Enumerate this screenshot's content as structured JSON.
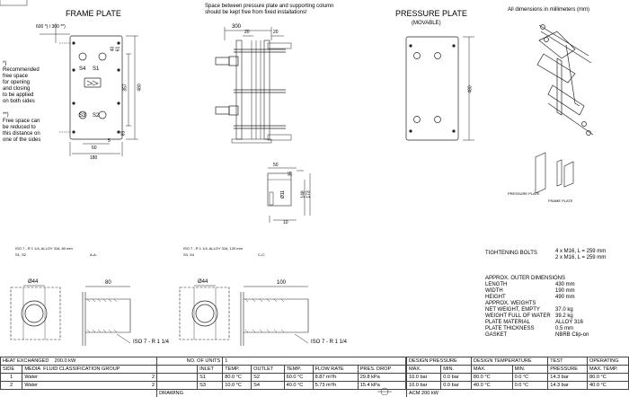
{
  "header": {
    "frame_plate_title": "FRAME PLATE",
    "pressure_plate_title": "PRESSURE PLATE",
    "pressure_plate_sub": "(MOVABLE)",
    "space_note": [
      "Space between pressure plate and supporting column",
      "should be kept free from fixed installations!"
    ],
    "dims_note": "All dimensions in millimeters (mm)"
  },
  "frame_dims": {
    "top_free_space": "600 *) / 300 **)",
    "width_180": "180",
    "width_60": "60",
    "height_480": "480",
    "height_357": "357",
    "dim_40": "40",
    "dim_65": "65",
    "dim_61": "61",
    "dim_5": "5"
  },
  "port_labels": {
    "s4": "S4",
    "s1": "S1",
    "s3": "S3",
    "s2": "S2"
  },
  "notes": {
    "note1": [
      "*)",
      "Recommended",
      "free space",
      "for opening",
      "and closing",
      "to be applied",
      "on both sides"
    ],
    "note2": [
      "**)",
      "Free space can",
      "be reduced to",
      "this distance on",
      "one of the sides"
    ]
  },
  "side_dims": {
    "d300": "300",
    "d20a": "20",
    "d20b": "20"
  },
  "pressure_dims": {
    "height_480": "480"
  },
  "bolt_dims": {
    "d50": "50",
    "d35": "35",
    "d11": "Ø11",
    "d148": "148",
    "d173": "173",
    "d10": "10"
  },
  "iso_labels": {
    "left": "ISO 7 - R 1 1/4, ALLOY 316, 80 mm",
    "left_ports": "S1, S2",
    "left_section": "A-A:",
    "mid": "ISO 7 - R 1 1/4, ALLOY 316, 120 mm",
    "mid_ports": "S3, S4",
    "mid_section": "C-C:"
  },
  "connection_details": {
    "left_dia": "Ø44",
    "left_len": "80",
    "left_thread": "ISO 7 - R 1 1/4",
    "right_dia": "Ø44",
    "right_len": "100",
    "right_thread": "ISO 7 - R 1 1/4"
  },
  "iso_view": {
    "pressure_plate": "PRESSURE PLATE",
    "frame_plate": "FRAME PLATE"
  },
  "specs": {
    "tightening_label": "TIGHTENING BOLTS",
    "tightening_values": [
      "4 x M16, L = 259 mm",
      "2 x M16, L = 259 mm"
    ],
    "outer_dims_title": "APPROX. OUTER DIMENSIONS",
    "rows": [
      {
        "label": "LENGTH",
        "value": "430 mm"
      },
      {
        "label": "WIDTH",
        "value": "190 mm"
      },
      {
        "label": "HEIGHT",
        "value": "490 mm"
      },
      {
        "label": "APPROX. WEIGHTS",
        "value": ""
      },
      {
        "label": "NET WEIGHT, EMPTY",
        "value": "37.0 kg"
      },
      {
        "label": "WEIGHT FULL OF WATER",
        "value": "39.2 kg"
      },
      {
        "label": "PLATE MATERIAL",
        "value": "ALLOY 316"
      },
      {
        "label": "PLATE THICKNESS",
        "value": "0.5 mm"
      },
      {
        "label": "GASKET",
        "value": "NBRB Clip-on"
      }
    ]
  },
  "title_block": {
    "heat_exchanged_label": "HEAT EXCHANGED",
    "heat_exchanged_value": "200.0 kW",
    "units_label": "NO. OF UNITS",
    "units_value": "1",
    "col_side": "SIDE",
    "col_media": "MEDIA",
    "col_fluid": "FLUID CLASSIFICATION GROUP",
    "col_inlet": "INLET",
    "col_temp1": "TEMP.",
    "col_outlet": "OUTLET",
    "col_temp2": "TEMP.",
    "col_flow": "FLOW RATE",
    "col_pres": "PRES. DROP",
    "rows": [
      {
        "side": "1",
        "media": "Water",
        "group": "2",
        "inlet": "S1",
        "t_in": "80.0 °C",
        "outlet": "S2",
        "t_out": "60.0 °C",
        "flow": "8.87 m³/h",
        "drop": "29.8 kPa"
      },
      {
        "side": "2",
        "media": "Water",
        "group": "2",
        "inlet": "S3",
        "t_in": "10.0 °C",
        "outlet": "S4",
        "t_out": "40.0 °C",
        "flow": "5.73 m³/h",
        "drop": "15.4 kPa"
      }
    ],
    "drawing_label": "DRAWING",
    "design_pressure": "DESIGN PRESSURE",
    "design_temperature": "DESIGN TEMPERATURE",
    "test": "TEST",
    "operating": "OPERATING",
    "max": "MAX.",
    "min": "MIN.",
    "pressure": "PRESSURE",
    "max_temp": "MAX. TEMP.",
    "design_rows": [
      {
        "pmax": "10.0 bar",
        "pmin": "0.0 bar",
        "tmax": "80.0 °C",
        "tmin": "0.0 °C",
        "test": "14.3 bar",
        "op": "80.0 °C"
      },
      {
        "pmax": "10.0 bar",
        "pmin": "0.0 bar",
        "tmax": "40.0 °C",
        "tmin": "0.0 °C",
        "test": "14.3 bar",
        "op": "40.0 °C"
      }
    ],
    "model": "ACM 200 kW"
  }
}
